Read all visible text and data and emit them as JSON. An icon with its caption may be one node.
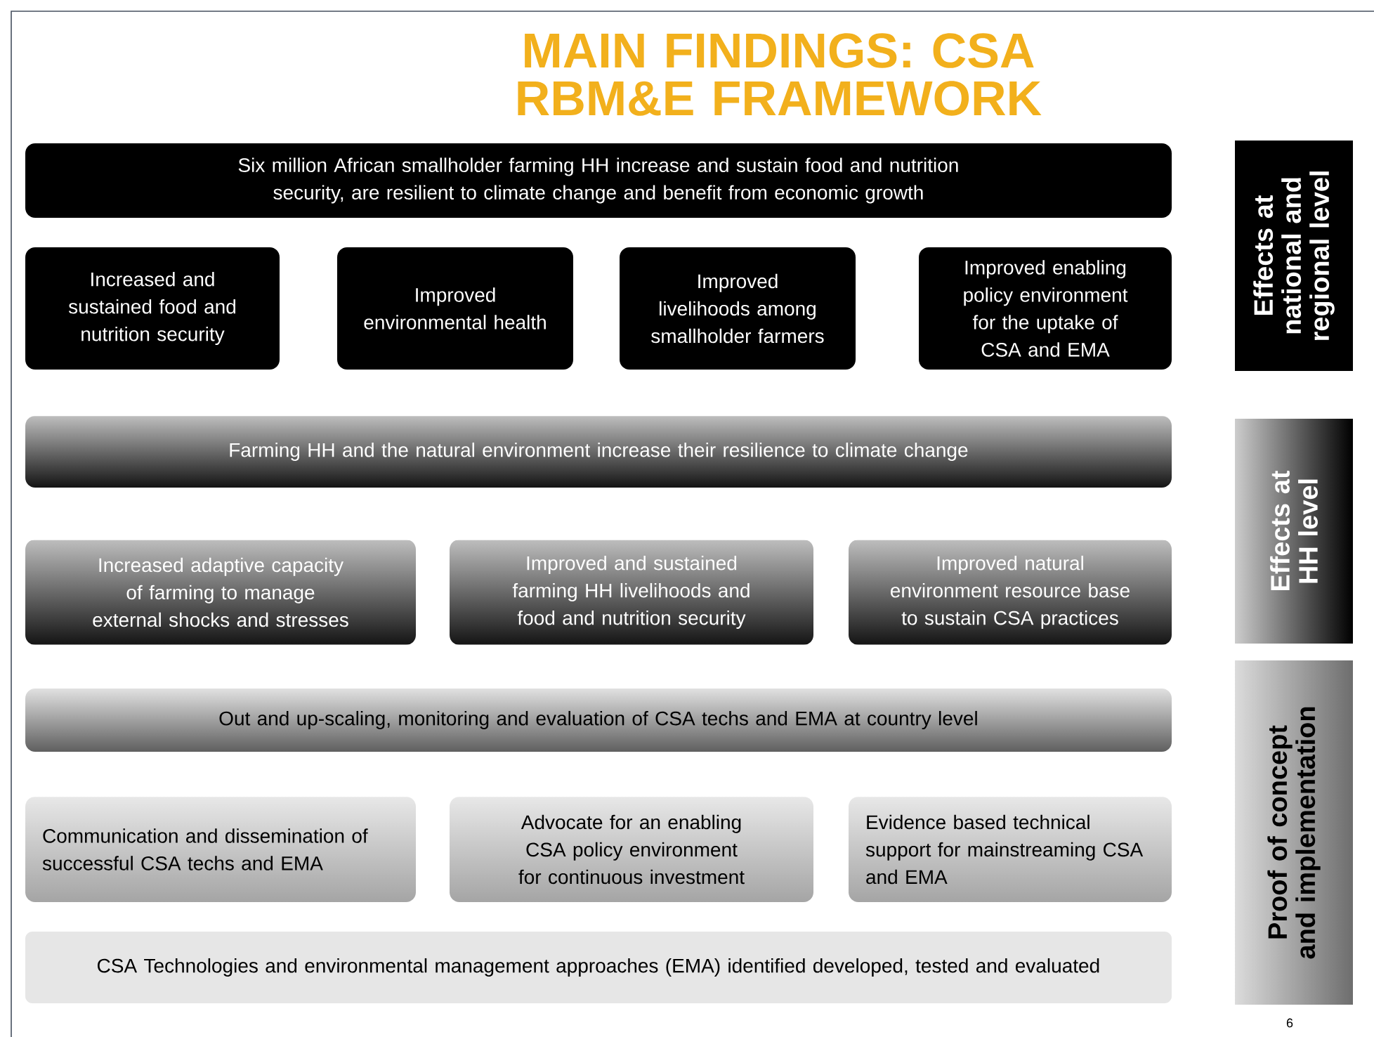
{
  "diagram": {
    "title": "MAIN FINDINGS: CSA RBM&E FRAMEWORK",
    "nodes": [
      {
        "text": [
          "Six million African smallholder farming HH increase and sustain food and nutrition security, are resilient to climate change and benefit from economic growth"
        ]
      },
      {
        "text": [
          "Increased and sustained food and nutrition security"
        ]
      },
      {
        "text": [
          "Improved environmental health"
        ]
      },
      {
        "text": [
          "Improved livelihoods among smallholder farmers"
        ]
      },
      {
        "text": [
          "Improved enabling policy environment for the uptake of CSA and EMA"
        ]
      },
      {
        "text": [
          "Farming HH and the natural environment increase their resilience to climate change"
        ]
      },
      {
        "text": [
          "Increased adaptive capacity of farming to manage external shocks and stresses"
        ]
      },
      {
        "text": [
          "Improved and sustained farming HH livelihoods and food and nutrition security"
        ]
      },
      {
        "text": [
          "Improved natural environment resource base to sustain CSA practices"
        ]
      },
      {
        "text": [
          "Out and up-scaling, monitoring and evaluation of CSA techs and EMA at country level"
        ]
      },
      {
        "text": [
          "Communication and dissemination of successful CSA techs and EMA"
        ]
      },
      {
        "text": [
          "Advocate for an enabling CSA policy environment for continuous investment"
        ]
      },
      {
        "text": [
          "Evidence based technical support for mainstreaming CSA and EMA"
        ]
      },
      {
        "text": [
          "CSA Technologies and environmental management approaches (EMA) identified developed, tested and evaluated"
        ]
      },
      {
        "text": [
          "Effects at national and regional level"
        ]
      },
      {
        "text": [
          "Effects at HH level"
        ]
      },
      {
        "text": [
          "Proof of concept and implementation"
        ]
      }
    ],
    "labels": [
      "6"
    ]
  }
}
